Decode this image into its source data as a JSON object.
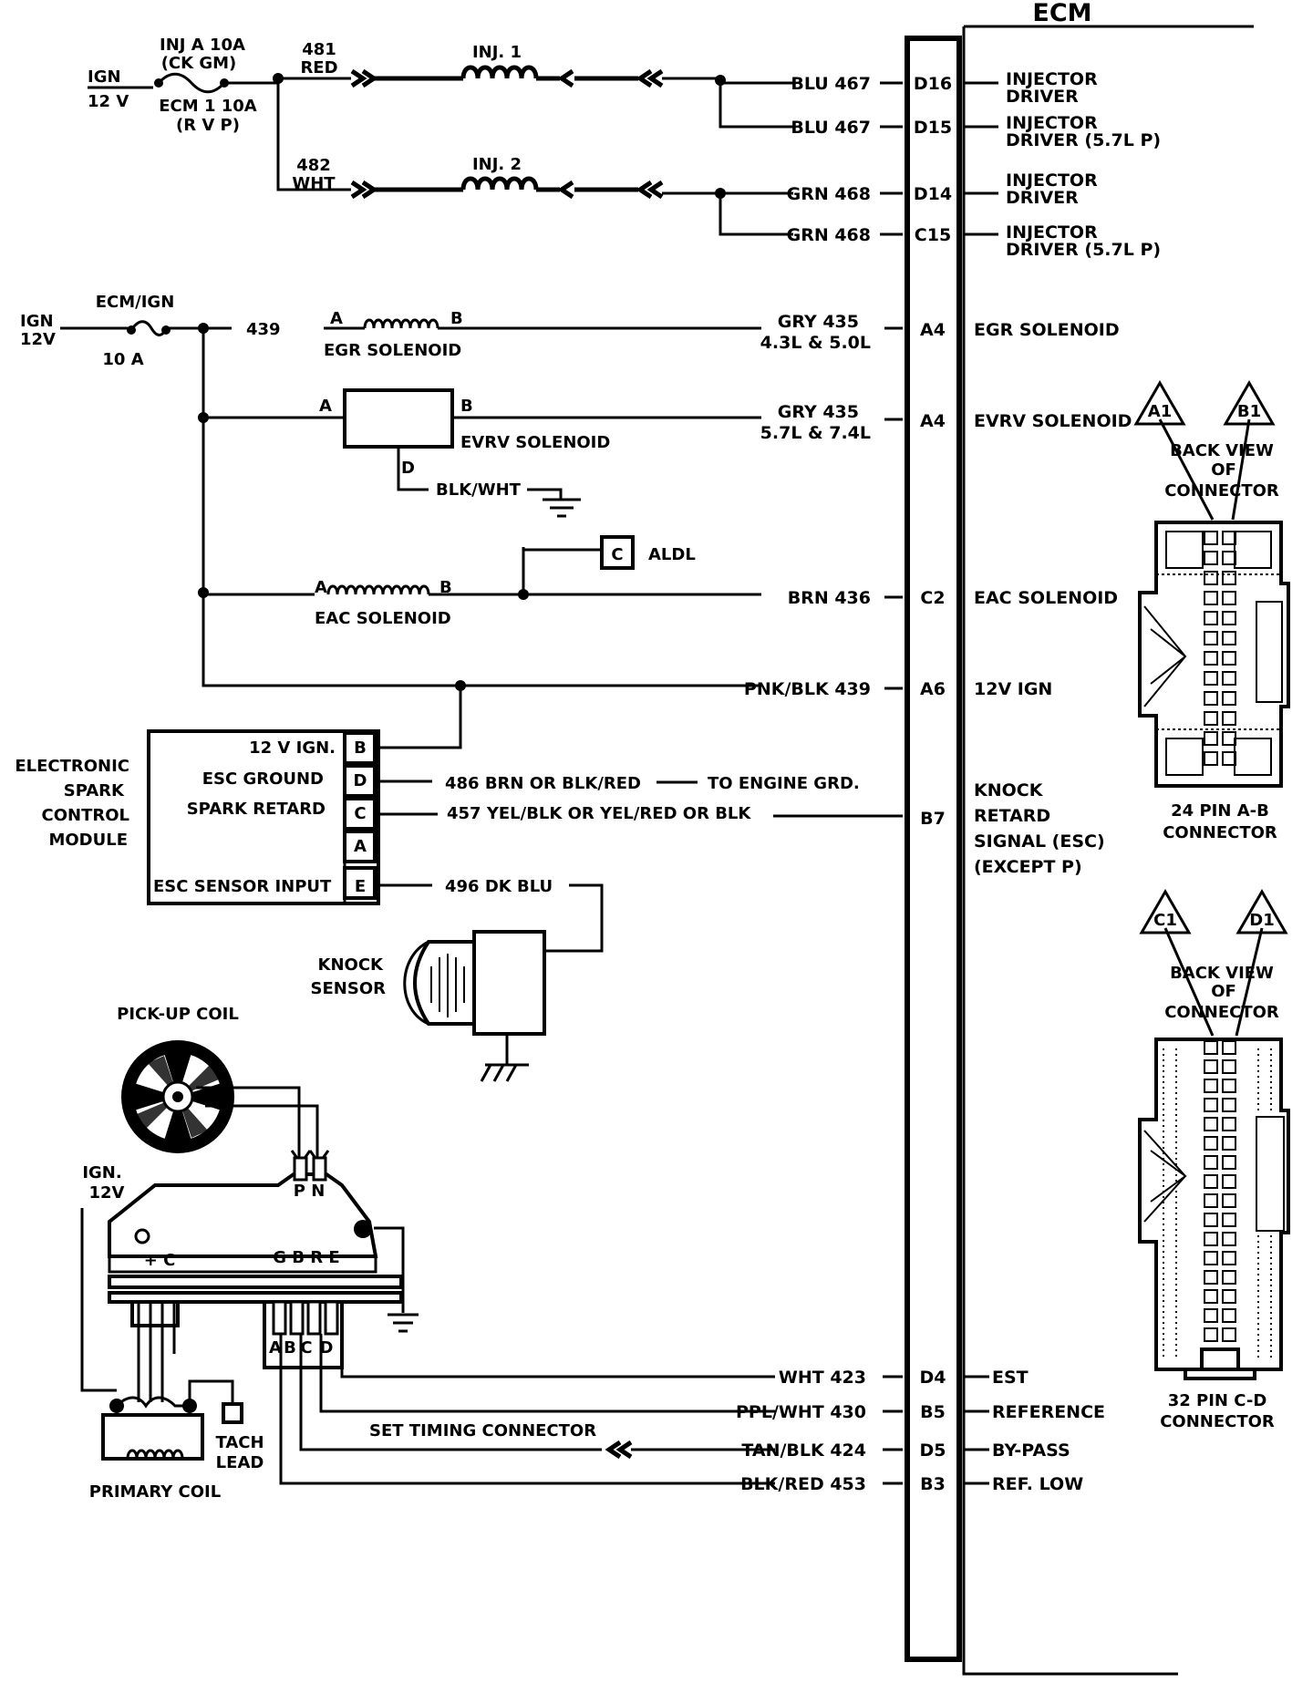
{
  "ecm": {
    "title": "ECM",
    "pins": {
      "d16": {
        "pin": "D16",
        "wire": "BLU 467",
        "func": [
          "INJECTOR",
          "DRIVER"
        ]
      },
      "d15": {
        "pin": "D15",
        "wire": "BLU 467",
        "func": [
          "INJECTOR",
          "DRIVER (5.7L P)"
        ]
      },
      "d14": {
        "pin": "D14",
        "wire": "GRN 468",
        "func": [
          "INJECTOR",
          "DRIVER"
        ]
      },
      "c15": {
        "pin": "C15",
        "wire": "GRN 468",
        "func": [
          "INJECTOR",
          "DRIVER (5.7L P)"
        ]
      },
      "a4_egr": {
        "pin": "A4",
        "wire": [
          "GRY 435",
          "4.3L & 5.0L"
        ],
        "func": [
          "EGR SOLENOID"
        ]
      },
      "a4_evrv": {
        "pin": "A4",
        "wire": [
          "GRY 435",
          "5.7L & 7.4L"
        ],
        "func": [
          "EVRV SOLENOID"
        ]
      },
      "c2": {
        "pin": "C2",
        "wire": "BRN 436",
        "func": [
          "EAC SOLENOID"
        ]
      },
      "a6": {
        "pin": "A6",
        "wire": "PNK/BLK  439",
        "func": [
          "12V IGN"
        ]
      },
      "b7": {
        "pin": "B7",
        "func": [
          "KNOCK",
          "RETARD",
          "SIGNAL (ESC)",
          "(EXCEPT P)"
        ]
      },
      "d4": {
        "pin": "D4",
        "wire": "WHT 423",
        "func": [
          "EST"
        ]
      },
      "b5": {
        "pin": "B5",
        "wire": "PPL/WHT 430",
        "func": [
          "REFERENCE"
        ]
      },
      "d5": {
        "pin": "D5",
        "wire": "TAN/BLK 424",
        "func": [
          "BY-PASS"
        ]
      },
      "b3": {
        "pin": "B3",
        "wire": "BLK/RED 453",
        "func": [
          "REF. LOW"
        ]
      }
    }
  },
  "injector_circuit": {
    "ign": "IGN",
    "volt": "12 V",
    "fuse1": [
      "INJ A 10A",
      "(CK GM)"
    ],
    "fuse2": [
      "ECM 1 10A",
      "(R V P)"
    ],
    "wire_481": [
      "481",
      "RED"
    ],
    "wire_482": [
      "482",
      "WHT"
    ],
    "inj1": "INJ. 1",
    "inj2": "INJ. 2"
  },
  "solenoid_circuit": {
    "ign": "IGN",
    "volt": "12V",
    "fuse_name": "ECM/IGN",
    "fuse_rating": "10 A",
    "wire_439": "439",
    "egr_a": "A",
    "egr_b": "B",
    "egr_label": "EGR SOLENOID",
    "evrv_a": "A",
    "evrv_b": "B",
    "evrv_d": "D",
    "evrv_label": "EVRV SOLENOID",
    "ground_wire": "BLK/WHT",
    "aldl_pin": "C",
    "aldl_label": "ALDL",
    "eac_a": "A",
    "eac_b": "B",
    "eac_label": "EAC SOLENOID"
  },
  "esc_module": {
    "name": [
      "ELECTRONIC",
      "SPARK",
      "CONTROL",
      "MODULE"
    ],
    "rows": [
      {
        "label": "12 V IGN.",
        "pin": "B"
      },
      {
        "label": "ESC GROUND",
        "pin": "D"
      },
      {
        "label": "SPARK RETARD",
        "pin": "C"
      },
      {
        "label": "",
        "pin": "A"
      },
      {
        "label": "ESC SENSOR INPUT",
        "pin": "E"
      }
    ],
    "wire_486": "486 BRN OR BLK/RED",
    "to_ground": "TO ENGINE GRD.",
    "wire_457": "457 YEL/BLK OR YEL/RED OR BLK",
    "wire_496": "496  DK BLU",
    "knock_sensor": [
      "KNOCK",
      "SENSOR"
    ]
  },
  "ignition": {
    "pickup_coil": "PICK-UP COIL",
    "pn": "P N",
    "ign": "IGN.",
    "volt": "12V",
    "plus_c": "+ C",
    "gbre": "G B R E",
    "abcd": [
      "A",
      "B",
      "C",
      "D"
    ],
    "set_timing": "SET  TIMING CONNECTOR",
    "tach": [
      "TACH",
      "LEAD"
    ],
    "primary_coil": "PRIMARY COIL"
  },
  "connectors": {
    "ab": {
      "tri_left": "A1",
      "tri_right": "B1",
      "back_view": [
        "BACK VIEW",
        "OF",
        "CONNECTOR"
      ],
      "label": [
        "24 PIN  A-B",
        "CONNECTOR"
      ]
    },
    "cd": {
      "tri_left": "C1",
      "tri_right": "D1",
      "back_view": [
        "BACK VIEW",
        "OF",
        "CONNECTOR"
      ],
      "label": [
        "32  PIN C-D",
        "CONNECTOR"
      ]
    }
  }
}
